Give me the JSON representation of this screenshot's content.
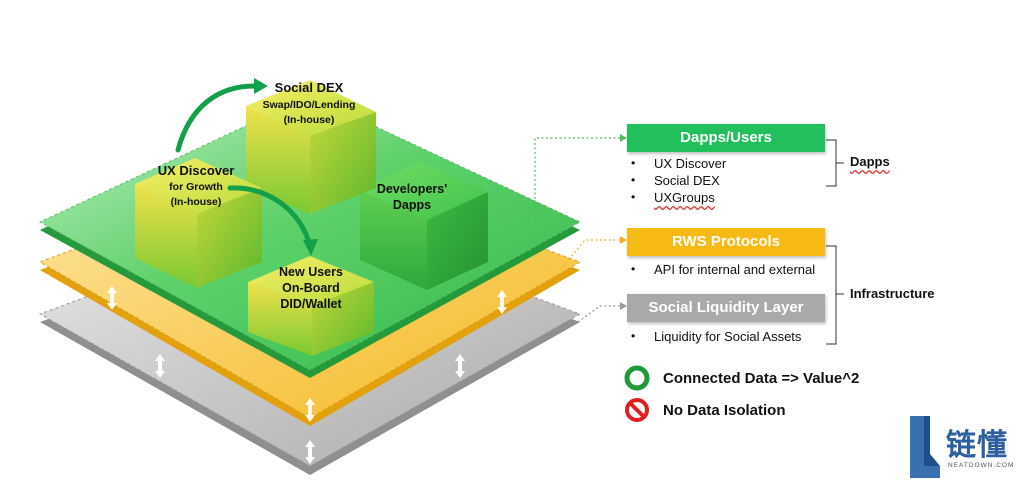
{
  "diagram": {
    "blocks": {
      "social_dex": {
        "title": "Social DEX",
        "sub1": "Swap/IDO/Lending",
        "sub2": "(In-house)"
      },
      "ux_discover": {
        "title": "UX Discover",
        "sub1": "for Growth",
        "sub2": "(In-house)"
      },
      "developers": {
        "line1": "Developers'",
        "line2": "Dapps"
      },
      "new_users": {
        "line1": "New Users",
        "line2": "On-Board",
        "line3": "DID/Wallet"
      }
    },
    "colors": {
      "green_layer": "#3fc35a",
      "yellow_layer": "#f6c236",
      "gray_layer": "#b8b8b8",
      "green_bar": "#22c05c",
      "yellow_bar": "#f7b913",
      "gray_bar": "#a9a9a9"
    }
  },
  "panels": {
    "dapps": {
      "header": "Dapps/Users",
      "items": [
        "UX Discover",
        "Social DEX",
        "UXGroups"
      ],
      "group_label": "Dapps"
    },
    "rws": {
      "header": "RWS Protocols",
      "items": [
        "API for internal and external"
      ]
    },
    "liquidity": {
      "header": "Social Liquidity Layer",
      "items": [
        "Liquidity for Social Assets"
      ]
    },
    "infrastructure_label": "Infrastructure"
  },
  "legend": {
    "connected": "Connected Data => Value^2",
    "isolation": "No Data Isolation"
  },
  "watermark": {
    "brand": "链懂",
    "site": "NEATDOWN.COM"
  }
}
